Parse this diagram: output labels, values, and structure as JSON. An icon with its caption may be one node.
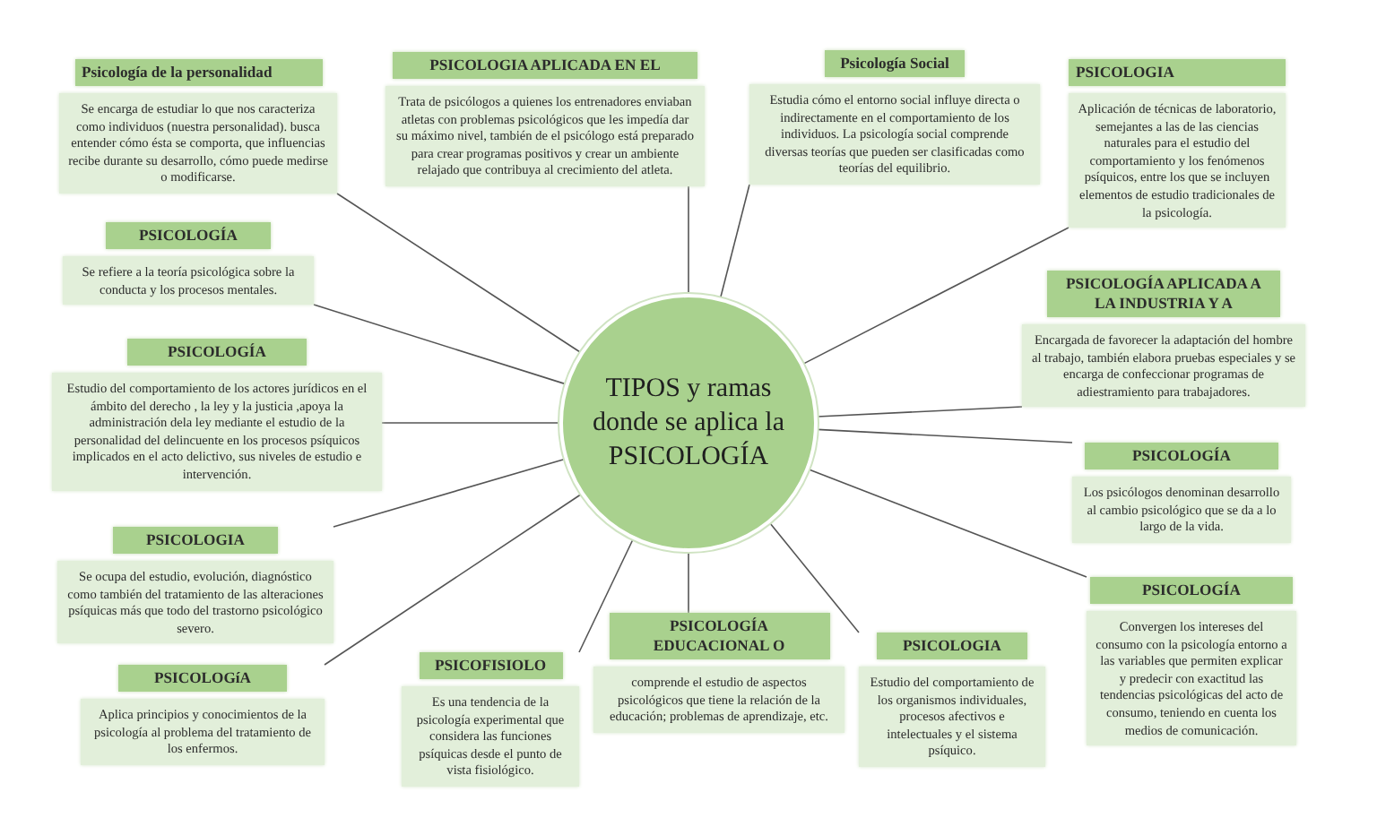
{
  "diagram": {
    "nodes": [
      {
        "text": [
          "TIPOS y ramas donde se aplica la PSICOLOGÍA"
        ]
      },
      {
        "text": [
          "Psicología de la personalidad",
          "Se encarga de estudiar lo que nos caracteriza como individuos (nuestra personalidad). busca entender cómo ésta se comporta, que influencias recibe durante su desarrollo, cómo puede medirse o modificarse."
        ]
      },
      {
        "text": [
          "PSICOLOGIA APLICADA EN EL",
          "Trata de psicólogos a quienes los entrenadores enviaban atletas con problemas psicológicos que les impedía dar su máximo nivel, también de el psicólogo está preparado para crear programas positivos y crear un ambiente relajado que contribuya al crecimiento del atleta."
        ]
      },
      {
        "text": [
          "Psicología Social",
          "Estudia cómo el entorno social influye directa o indirectamente en el comportamiento de los individuos. La psicología social comprende diversas teorías que pueden ser clasificadas como teorías del equilibrio."
        ]
      },
      {
        "text": [
          "PSICOLOGIA",
          "Aplicación de técnicas de laboratorio, semejantes a las de las ciencias naturales para el estudio del comportamiento y los fenómenos psíquicos, entre los que se incluyen elementos de estudio tradicionales de la psicología."
        ]
      },
      {
        "text": [
          "PSICOLOGÍA",
          "Se refiere a la teoría psicológica sobre la conducta y los procesos mentales."
        ]
      },
      {
        "text": [
          "PSICOLOGÍA APLICADA A LA INDUSTRIA Y A",
          "Encargada de favorecer la adaptación del hombre al trabajo, también elabora pruebas especiales y se encarga de confeccionar programas de adiestramiento para trabajadores."
        ]
      },
      {
        "text": [
          "PSICOLOGÍA",
          "Estudio del comportamiento de los actores jurídicos en el ámbito del derecho , la ley y la justicia ,apoya la administración dela ley mediante el estudio de la personalidad del delincuente en los procesos psíquicos implicados en el acto delictivo, sus niveles de estudio e intervención."
        ]
      },
      {
        "text": [
          "PSICOLOGÍA",
          "Los psicólogos denominan desarrollo al cambio psicológico que se da a lo largo de la vida."
        ]
      },
      {
        "text": [
          "PSICOLOGIA",
          "Se ocupa del estudio, evolución, diagnóstico como también del tratamiento de las alteraciones psíquicas más que todo del trastorno psicológico severo."
        ]
      },
      {
        "text": [
          "PSICOLOGÍA",
          "Convergen los intereses del consumo con la psicología entorno a las variables que permiten explicar y predecir con exactitud las tendencias psicológicas del acto de consumo, teniendo en cuenta los medios de comunicación."
        ]
      },
      {
        "text": [
          "PSICOLOGíA",
          "Aplica principios y conocimientos de la psicología al problema del tratamiento de los enfermos."
        ]
      },
      {
        "text": [
          "PSICOFISIOLO",
          "Es una tendencia de la psicología experimental que considera las funciones psíquicas desde el punto de vista fisiológico."
        ]
      },
      {
        "text": [
          "PSICOLOGÍA EDUCACIONAL O",
          "comprende el estudio de aspectos psicológicos que tiene la relación de la educación; problemas de aprendizaje, etc."
        ]
      },
      {
        "text": [
          "PSICOLOGIA",
          "Estudio del comportamiento de los organismos individuales, procesos afectivos e intelectuales y el sistema psíquico."
        ]
      }
    ],
    "edges": [
      {
        "from": 0,
        "to": 1,
        "arrow": "none"
      },
      {
        "from": 0,
        "to": 2,
        "arrow": "none"
      },
      {
        "from": 0,
        "to": 3,
        "arrow": "none"
      },
      {
        "from": 0,
        "to": 4,
        "arrow": "none"
      },
      {
        "from": 0,
        "to": 5,
        "arrow": "none"
      },
      {
        "from": 0,
        "to": 6,
        "arrow": "none"
      },
      {
        "from": 0,
        "to": 7,
        "arrow": "none"
      },
      {
        "from": 0,
        "to": 8,
        "arrow": "none"
      },
      {
        "from": 0,
        "to": 9,
        "arrow": "none"
      },
      {
        "from": 0,
        "to": 10,
        "arrow": "none"
      },
      {
        "from": 0,
        "to": 11,
        "arrow": "none"
      },
      {
        "from": 0,
        "to": 12,
        "arrow": "none"
      },
      {
        "from": 0,
        "to": 13,
        "arrow": "none"
      },
      {
        "from": 0,
        "to": 14,
        "arrow": "none"
      }
    ]
  }
}
